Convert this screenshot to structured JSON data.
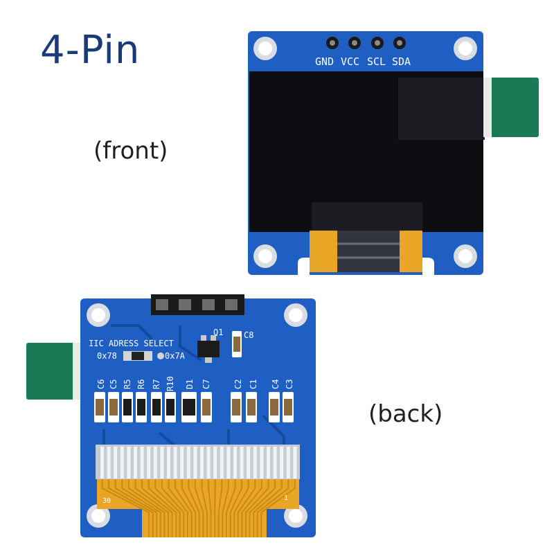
{
  "title": "4-Pin",
  "front": {
    "label": "(front)",
    "pins": [
      "GND",
      "VCC",
      "SCL",
      "SDA"
    ]
  },
  "back": {
    "label": "(back)",
    "silkscreen": {
      "header": "IIC ADRESS SELECT",
      "addr_left": "0x78",
      "addr_right": "0x7A",
      "q1": "Q1",
      "c8": "C8",
      "components": [
        "C6",
        "C5",
        "R5",
        "R6",
        "R7",
        "R10",
        "D1",
        "C7",
        "C2",
        "C1",
        "C4",
        "C3"
      ],
      "pin_left": "30",
      "pin_right": "1"
    }
  },
  "colors": {
    "pcb": "#1f5fc4",
    "pcb_dark": "#164aa0",
    "oled": "#0d0d12",
    "flex": "#e8a526",
    "tab": "#1a7a55",
    "title": "#1b3a7a"
  }
}
